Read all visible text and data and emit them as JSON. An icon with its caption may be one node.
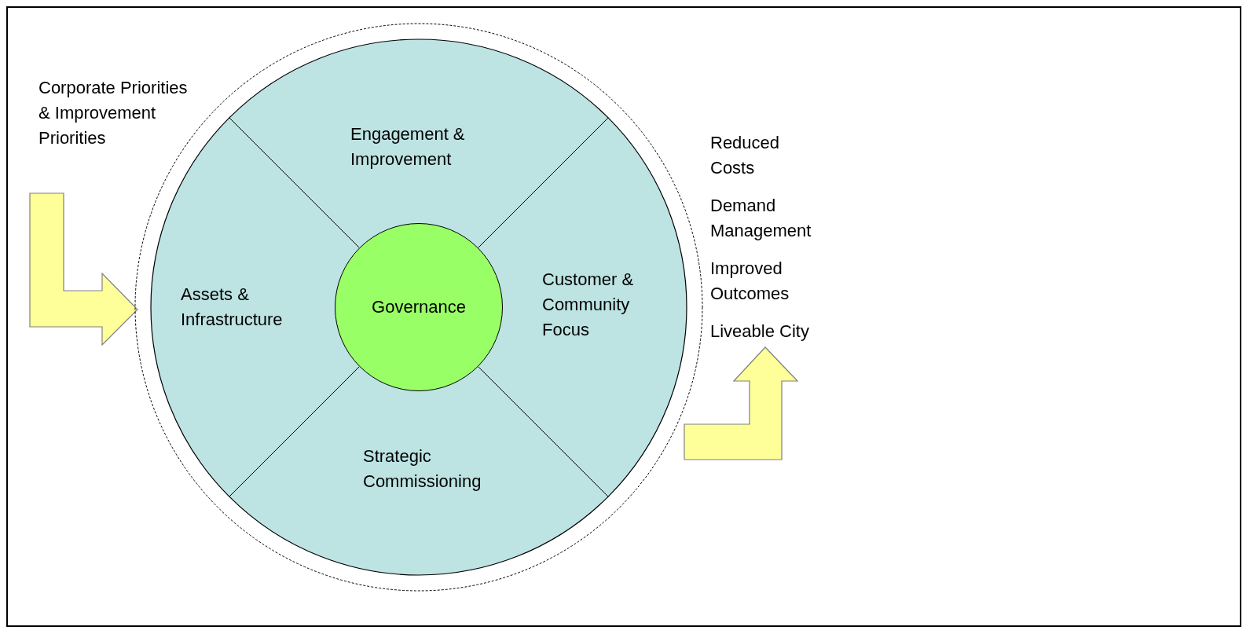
{
  "diagram": {
    "nodes": [
      {
        "text": [
          "Corporate Priorities & Improvement Priorities"
        ]
      },
      {
        "text": [],
        "shape": "circle"
      },
      {
        "text": [
          "Engagement & Improvement"
        ],
        "in": 1
      },
      {
        "text": [
          "Assets & Infrastructure"
        ],
        "in": 1
      },
      {
        "text": [
          "Governance"
        ],
        "in": 1
      },
      {
        "text": [
          "Customer & Community Focus"
        ],
        "in": 1
      },
      {
        "text": [
          "Strategic Commissioning"
        ],
        "in": 1
      },
      {
        "text": [
          "Reduced Costs",
          "Demand Management",
          "Improved Outcomes",
          "Liveable City"
        ]
      }
    ],
    "edges": [
      {
        "from": 0,
        "to": 1,
        "arrow": "to"
      },
      {
        "from": 1,
        "to": 7,
        "arrow": "to"
      }
    ]
  }
}
